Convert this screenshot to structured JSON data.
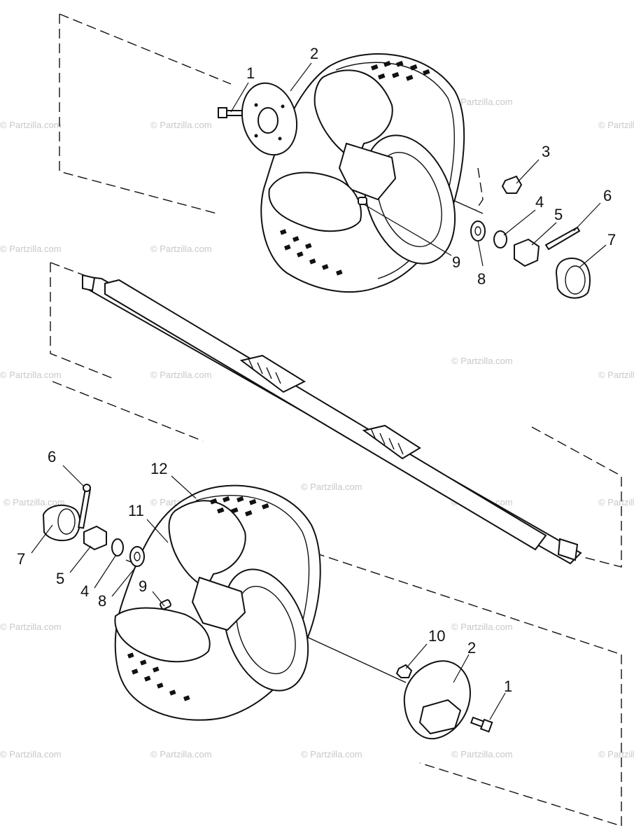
{
  "watermark": "© Partzilla.com",
  "callouts": {
    "top_1": "1",
    "top_2": "2",
    "top_3": "3",
    "top_4": "4",
    "top_5": "5",
    "top_6": "6",
    "top_7": "7",
    "top_8": "8",
    "top_9": "9",
    "bot_6": "6",
    "bot_7": "7",
    "bot_5": "5",
    "bot_4": "4",
    "bot_8": "8",
    "bot_9": "9",
    "bot_12": "12",
    "bot_11": "11",
    "bot_10": "10",
    "bot_2": "2",
    "bot_1": "1"
  }
}
